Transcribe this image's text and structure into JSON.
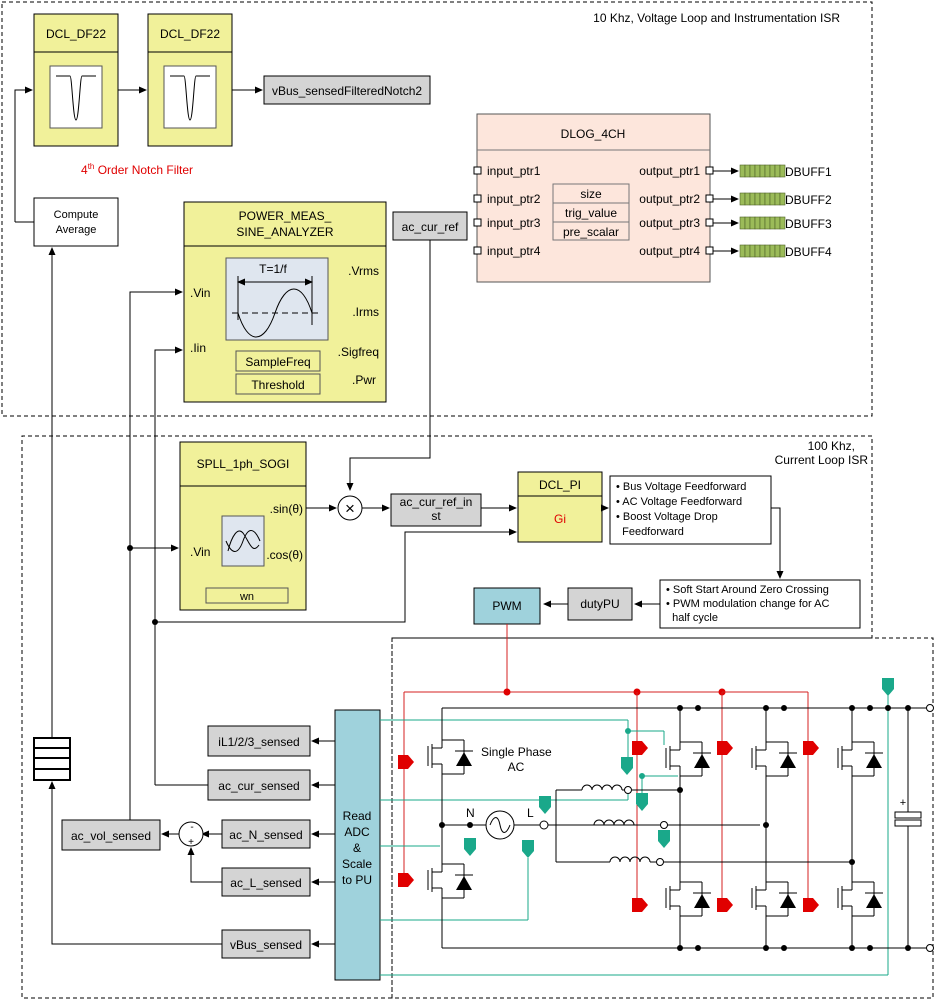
{
  "isr_voltage_title": "10 Khz, Voltage Loop and Instrumentation ISR",
  "isr_current_title_line1": "100 Khz,",
  "isr_current_title_line2": "Current Loop ISR",
  "notch1_title": "DCL_DF22",
  "notch2_title": "DCL_DF22",
  "notch_output": "vBus_sensedFilteredNotch2",
  "notch_caption_pre": "4",
  "notch_caption_sup": "th",
  "notch_caption_post": " Order Notch Filter",
  "compute_average_line1": "Compute",
  "compute_average_line2": "Average",
  "power_meas_title_line1": "POWER_MEAS_",
  "power_meas_title_line2": "SINE_ANALYZER",
  "power_meas_inputs": [
    ".Vin",
    ".Iin"
  ],
  "power_meas_outputs": [
    ".Vrms",
    ".Irms",
    ".Sigfreq",
    ".Pwr"
  ],
  "power_meas_period_label": "T=1/f",
  "power_meas_params": [
    "SampleFreq",
    "Threshold"
  ],
  "ac_cur_ref": "ac_cur_ref",
  "dlog_title": "DLOG_4CH",
  "dlog_inputs": [
    "input_ptr1",
    "input_ptr2",
    "input_ptr3",
    "input_ptr4"
  ],
  "dlog_outputs": [
    "output_ptr1",
    "output_ptr2",
    "output_ptr3",
    "output_ptr4"
  ],
  "dlog_params": [
    "size",
    "trig_value",
    "pre_scalar"
  ],
  "dbuffs": [
    "DBUFF1",
    "DBUFF2",
    "DBUFF3",
    "DBUFF4"
  ],
  "spll_title": "SPLL_1ph_SOGI",
  "spll_input": ".Vin",
  "spll_outputs": [
    ".sin(θ)",
    ".cos(θ)"
  ],
  "spll_param": "wn",
  "ac_cur_ref_inst_line1": "ac_cur_ref_in",
  "ac_cur_ref_inst_line2": "st",
  "dcl_pi_title": "DCL_PI",
  "dcl_pi_gain": "Gi",
  "feedforward_items": [
    "• Bus Voltage Feedforward",
    "• AC Voltage Feedforward",
    "• Boost Voltage Drop",
    "  Feedforward"
  ],
  "softstart_items": [
    "• Soft Start Around Zero Crossing",
    "• PWM modulation change for AC",
    "  half cycle"
  ],
  "duty_label": "dutyPU",
  "pwm_label": "PWM",
  "sensed_signals": [
    "iL1/2/3_sensed",
    "ac_cur_sensed",
    "ac_N_sensed",
    "ac_L_sensed",
    "vBus_sensed"
  ],
  "ac_vol_sensed": "ac_vol_sensed",
  "sum_minus": "-",
  "sum_plus": "+",
  "adc_lines": [
    "Read",
    "ADC",
    "&",
    "Scale",
    "to PU"
  ],
  "single_phase_line1": "Single Phase",
  "single_phase_line2": "AC",
  "node_n": "N",
  "node_l": "L",
  "cap_plus": "+",
  "multiply_symbol": "×",
  "colors": {
    "yellow_block": "#f1f19a",
    "gray_block": "#d4d4d4",
    "blue_block": "#9fd2dc",
    "dlog_block": "#fde6dc",
    "pwm_line": "#d42020",
    "sense_line": "#1aa88a",
    "buffer_cell": "#9bbb59",
    "notch_red": "#e00000"
  }
}
